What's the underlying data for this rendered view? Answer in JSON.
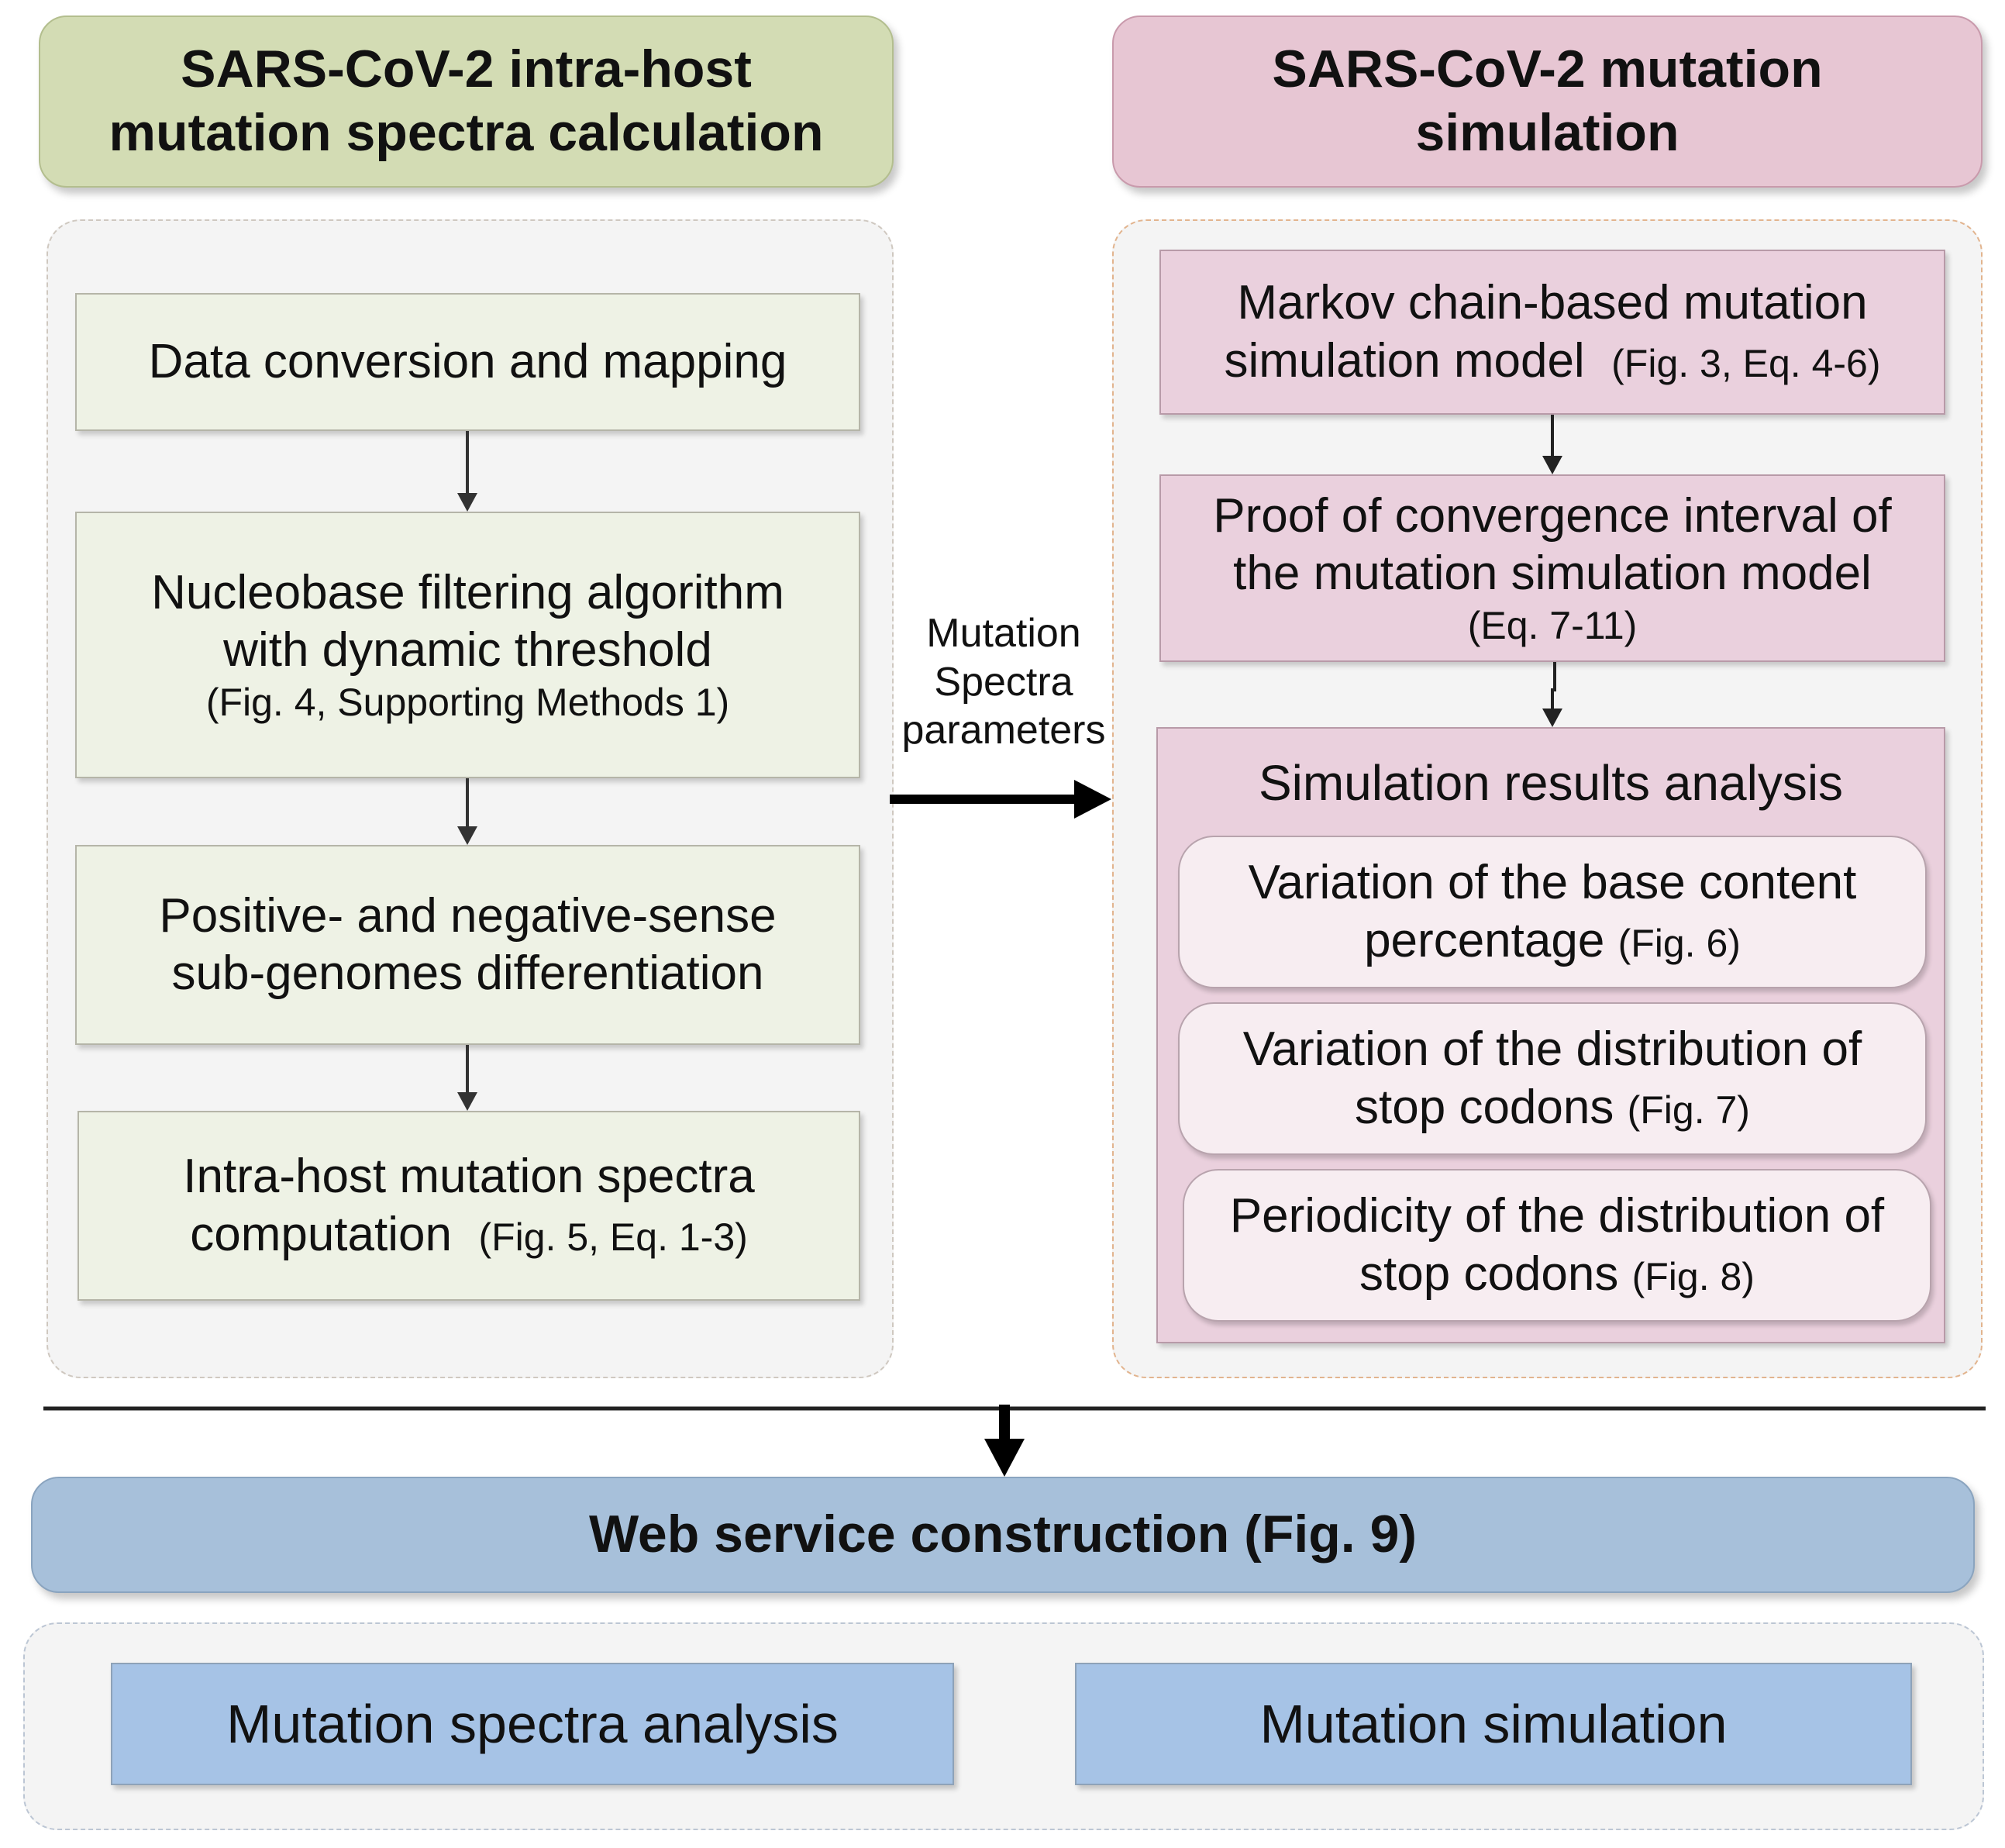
{
  "left": {
    "header": [
      "SARS-CoV-2 intra-host",
      "mutation spectra calculation"
    ],
    "steps": {
      "data_conversion": {
        "line1": "Data conversion and mapping"
      },
      "nucleobase_filtering": {
        "line1": "Nucleobase filtering algorithm",
        "line2": "with dynamic threshold",
        "ref": "(Fig. 4, Supporting Methods 1)"
      },
      "subgenome_differentiation": {
        "line1": "Positive- and negative-sense",
        "line2": "sub-genomes differentiation"
      },
      "spectra_computation": {
        "line1": "Intra-host mutation spectra",
        "line2": "computation",
        "ref": "(Fig. 5, Eq. 1-3)"
      }
    }
  },
  "right": {
    "header": [
      "SARS-CoV-2 mutation",
      "simulation"
    ],
    "steps": {
      "markov_model": {
        "line1": "Markov chain-based mutation",
        "line2": "simulation model",
        "ref": "(Fig. 3, Eq. 4-6)"
      },
      "convergence_proof": {
        "line1": "Proof of convergence interval of",
        "line2": "the mutation simulation model",
        "ref": "(Eq. 7-11)"
      }
    },
    "analysis": {
      "title": "Simulation results analysis",
      "items": {
        "base_content": {
          "line1": "Variation of the base content",
          "line2": "percentage",
          "ref": "(Fig. 6)"
        },
        "stop_codon_distribution": {
          "line1": "Variation of the distribution of",
          "line2": "stop codons",
          "ref": "(Fig. 7)"
        },
        "stop_codon_periodicity": {
          "line1": "Periodicity of the distribution of",
          "line2": "stop codons",
          "ref": "(Fig. 8)"
        }
      }
    }
  },
  "flow_label": [
    "Mutation",
    "Spectra",
    "parameters"
  ],
  "web": {
    "header": "Web service construction (Fig. 9)",
    "services": {
      "spectra_analysis": "Mutation spectra analysis",
      "mutation_simulation": "Mutation simulation"
    }
  }
}
